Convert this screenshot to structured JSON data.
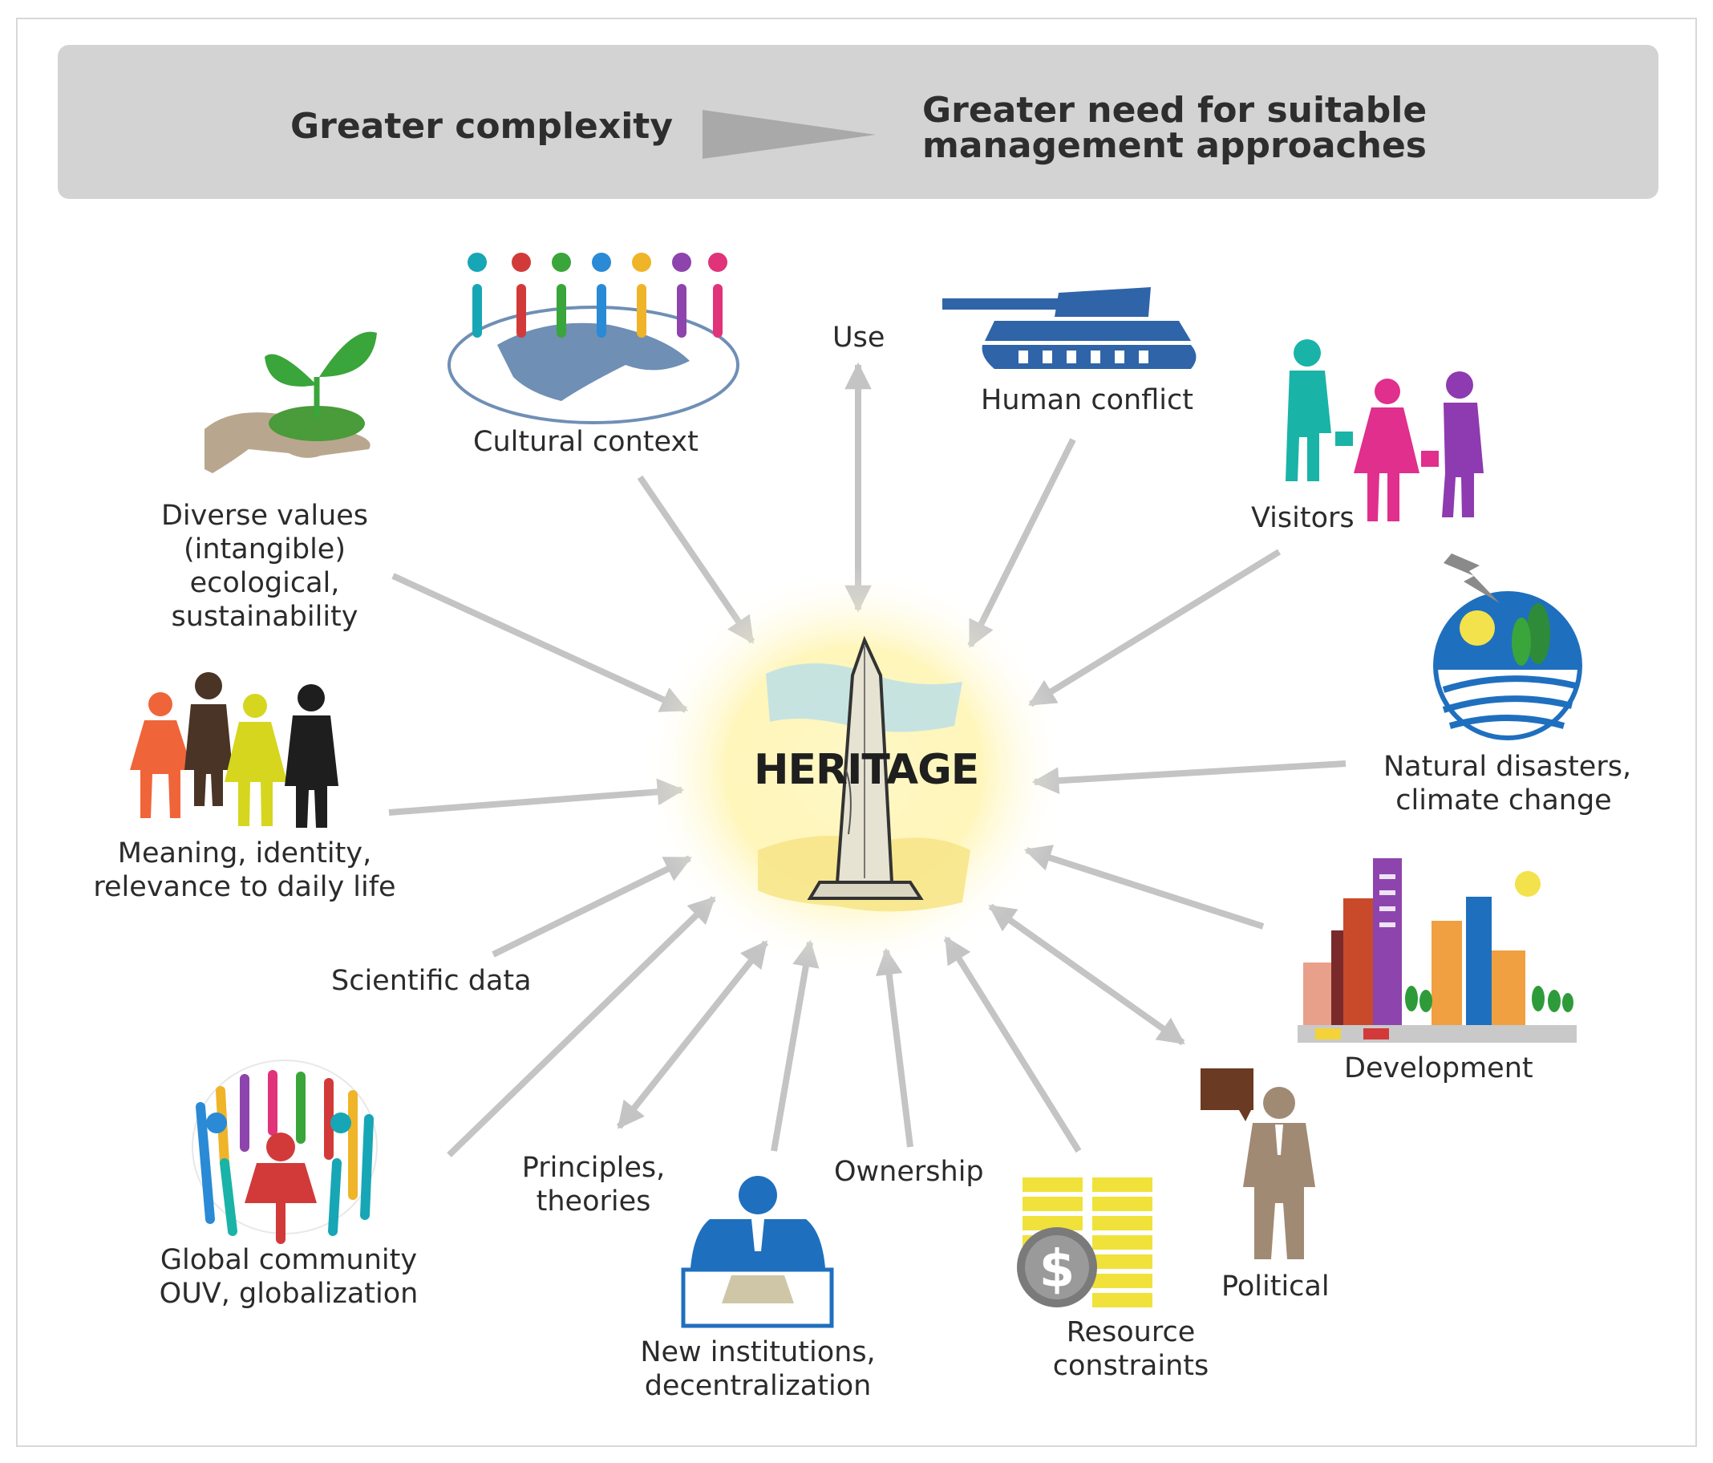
{
  "header": {
    "left_text": "Greater complexity",
    "right_line1": "Greater need for suitable",
    "right_line2": "management approaches"
  },
  "center": {
    "label": "HERITAGE"
  },
  "factors": {
    "cultural_context": "Cultural context",
    "use": "Use",
    "human_conflict": "Human conflict",
    "visitors": "Visitors",
    "diverse_values": [
      "Diverse values",
      "(intangible)",
      "ecological,",
      "sustainability"
    ],
    "natural_disasters": [
      "Natural disasters,",
      "climate change"
    ],
    "meaning_identity": [
      "Meaning, identity,",
      "relevance to daily life"
    ],
    "development": "Development",
    "scientific_data": "Scientific data",
    "global_community": [
      "Global community",
      "OUV, globalization"
    ],
    "principles_theories": [
      "Principles,",
      "theories"
    ],
    "ownership": "Ownership",
    "new_institutions": [
      "New institutions,",
      "decentralization"
    ],
    "resource_constraints": [
      "Resource",
      "constraints"
    ],
    "political": "Political"
  },
  "colors": {
    "banner": "#d3d3d3",
    "arrow": "#c4c4c4",
    "tank": "#2f64a8",
    "plant": "#3aa53a",
    "hand": "#b8a78e",
    "globe": "#6f8fb5",
    "coin": "#f0e23a",
    "dollar": "#7a7a7a",
    "speech": "#6b3a22",
    "politician": "#a08a74",
    "sky": "#1f6fbf",
    "sun": "#f3e24b"
  },
  "icons": [
    "plant-in-hand-icon",
    "people-on-globe-icon",
    "tank-icon",
    "visitors-icon",
    "weather-icon",
    "family-icon",
    "city-icon",
    "people-circle-icon",
    "office-worker-icon",
    "coins-icon",
    "politician-icon",
    "monument-icon"
  ]
}
